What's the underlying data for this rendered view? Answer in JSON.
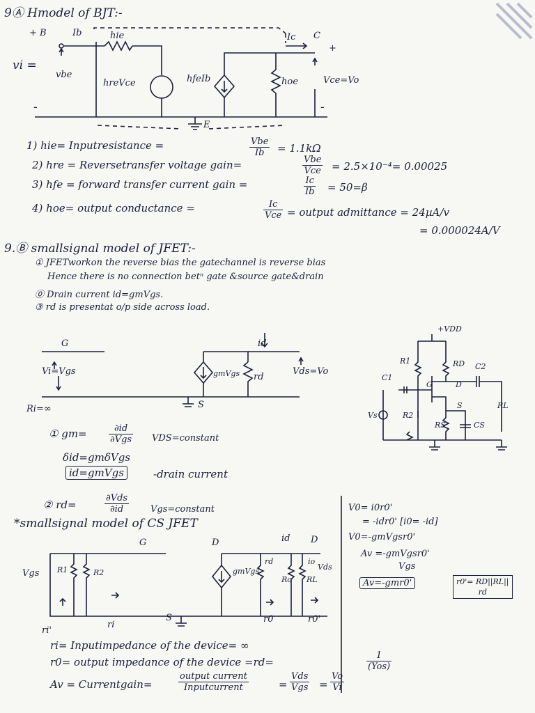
{
  "q9": {
    "title": "9Ⓐ Hmodel of BJT:-",
    "labels": {
      "plus_b": "+ B",
      "ib": "Ib",
      "hie": "hie",
      "ic": "Ic",
      "c": "C",
      "plus_c": "+",
      "vi": "vi =",
      "vbe": "vbe",
      "hre_vce": "hreVce",
      "hfe_ib": "hfeIb",
      "hoe": "hoe",
      "vce_vo": "Vce=Vo",
      "minus_l": "-",
      "minus_r": "-",
      "e": "E"
    },
    "items": [
      {
        "text": "1) hie= Inputresistance =",
        "frac_num": "Vbe",
        "frac_den": "Ib",
        "tail": "= 1.1kΩ"
      },
      {
        "text": "2) hre = Reversetransfer voltage gain=",
        "frac_num": "Vbe",
        "frac_den": "Vce",
        "tail": "= 2.5×10⁻⁴= 0.00025"
      },
      {
        "text": "3) hfe = forward transfer current gain =",
        "frac_num": "Ic",
        "frac_den": "Ib",
        "tail": "= 50=β"
      },
      {
        "text": "4) hoe= output conductance =",
        "frac_num": "Ic",
        "frac_den": "Vce",
        "tail": "= output admittance = 24µA/v"
      }
    ],
    "hoe_cont": "= 0.000024A/V"
  },
  "q8": {
    "title": "9.Ⓑ smallsignal model of JFET:-",
    "points": [
      "① JFETworkon the reverse bias the gatechannel is reverse bias",
      "Hence there is no connection betⁿ gate &source gate&drain",
      "⓪ Drain current id=gmVgs.",
      "③ rd is presentat o/p side across load."
    ],
    "circuit1": {
      "g": "G",
      "id": "id",
      "vi": "Vi=Vgs",
      "gm": "gmVgs",
      "rd": "rd",
      "vds": "Vds=Vo",
      "s": "S",
      "ri": "Ri=∞"
    },
    "amp": {
      "vdd": "+VDD",
      "r1": "R1",
      "rd": "RD",
      "c2": "C2",
      "c1": "C1",
      "g": "G",
      "d": "D",
      "s": "S",
      "r2": "R2",
      "rs": "RS",
      "cs": "CS",
      "rl": "RL",
      "vs": "Vs"
    },
    "gm_def": {
      "lead": "① gm=",
      "num": "∂id",
      "den": "∂Vgs",
      "cond": "VDS=constant"
    },
    "delta_line": "δid=gmδVgs",
    "boxed_eq": "id=gmVgs",
    "boxed_tail": "-drain current",
    "rd_def": {
      "lead": "② rd=",
      "num": "∂Vds",
      "den": "∂id",
      "cond": "Vgs=constant"
    }
  },
  "cs": {
    "title": "*smallsignal model of CS JFET",
    "labels": {
      "g": "G",
      "d1": "D",
      "id": "id",
      "d2": "D",
      "vgs": "Vgs",
      "r1": "R1",
      "r2": "R2",
      "gm": "gmVgs",
      "rd": "rd",
      "io": "io",
      "vds": "Vds",
      "ro": "Ro",
      "rl": "RL",
      "s": "S",
      "ri_prime": "ri'",
      "ri": "ri",
      "r0": "r0",
      "r0_prime": "r0'"
    }
  },
  "right_eqs": [
    "V0= i0r0'",
    "= -idr0' [i0= -id]",
    "V0=-gmVgsr0'",
    "Av =-gmVgsr0'",
    "Vgs"
  ],
  "right_box1": "Av=-gmr0'",
  "right_box2_top": "r0'= RD||RL||",
  "right_box2_bot": "rd",
  "bottom": {
    "ri_line": "ri= Inputimpedance of the device= ∞",
    "r0_line": "r0= output impedance of the device =rd=",
    "r0_frac_num": "1",
    "r0_frac_den": "(Yos)",
    "av_lead": "Av = Currentgain=",
    "av_num": "output current",
    "av_den": "Inputcurrent",
    "av_eq1_num": "Vds",
    "av_eq1_den": "Vgs",
    "av_eq2_num": "Vo",
    "av_eq2_den": "Vi"
  }
}
